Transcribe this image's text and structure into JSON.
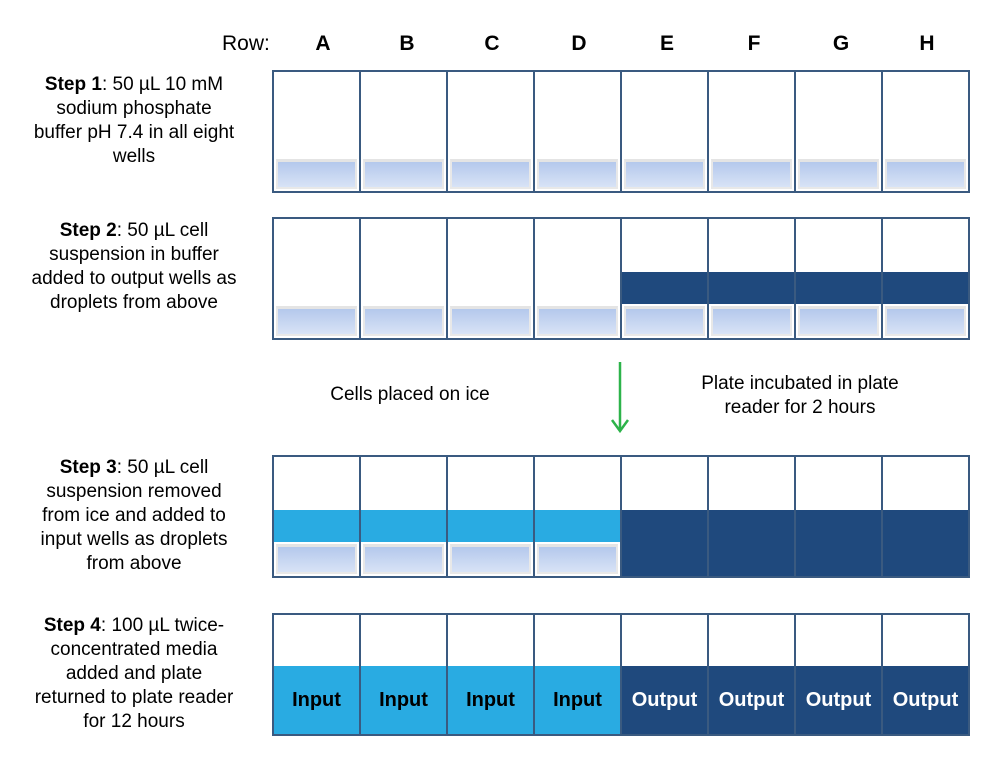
{
  "header": {
    "row_label": "Row:",
    "columns": [
      "A",
      "B",
      "C",
      "D",
      "E",
      "F",
      "G",
      "H"
    ]
  },
  "steps": [
    {
      "title": "Step 1",
      "desc_lines": [
        ": 50 µL 10 mM",
        "sodium phosphate",
        "buffer pH 7.4 in all eight",
        "wells"
      ]
    },
    {
      "title": "Step 2",
      "desc_lines": [
        ": 50 µL cell",
        "suspension in buffer",
        "added to output wells as",
        "droplets from above"
      ]
    },
    {
      "title": "Step 3",
      "desc_lines": [
        ": 50 µL cell",
        "suspension removed",
        "from ice and added to",
        "input wells as droplets",
        "from above"
      ]
    },
    {
      "title": "Step 4",
      "desc_lines": [
        ": 100 µL twice-",
        "concentrated media",
        "added and plate",
        "returned to plate reader",
        "for 12 hours"
      ]
    }
  ],
  "notes": {
    "left": "Cells placed on ice",
    "right_line1": "Plate incubated in plate",
    "right_line2": "reader for 2 hours"
  },
  "well_labels": {
    "input": "Input",
    "output": "Output"
  },
  "colors": {
    "plate_border": "#3a5a80",
    "output_fill": "#1f497d",
    "input_fill": "#29abe2",
    "buffer_top": "#b4c8ec",
    "arrow": "#2db34a"
  }
}
